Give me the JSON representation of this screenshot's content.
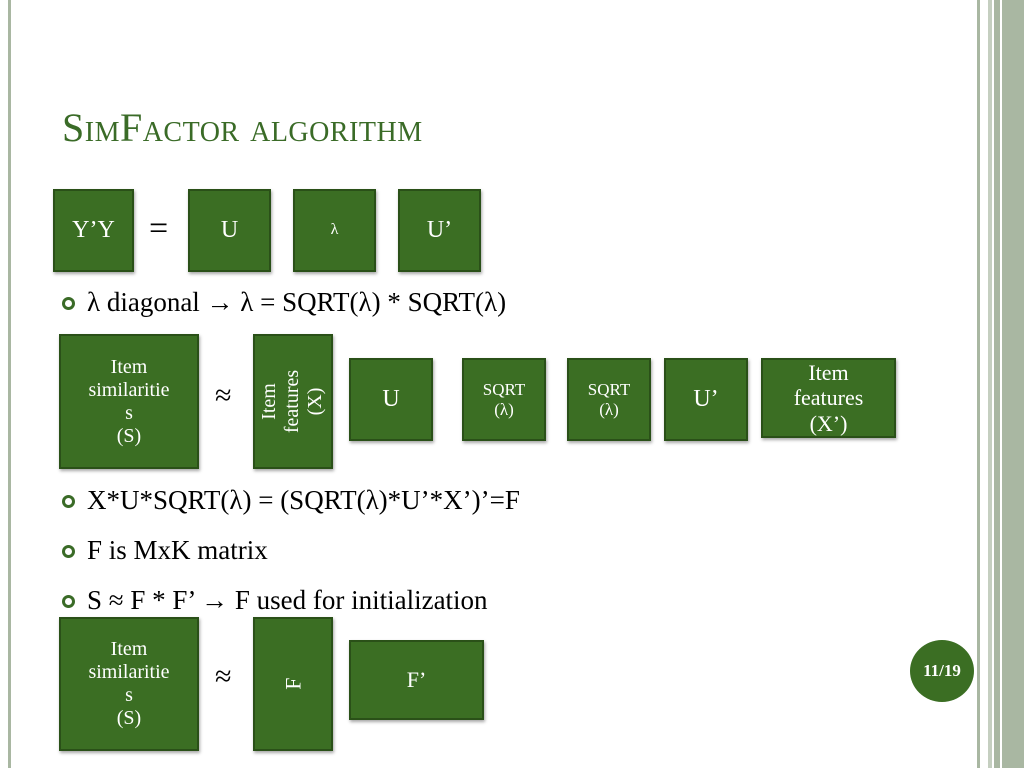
{
  "slide": {
    "title": "SimFactor algorithm",
    "page_number": "11/19"
  },
  "row1": {
    "lhs": "Y’Y",
    "equals": "=",
    "b1": "U",
    "b2": "λ",
    "b3": "U’"
  },
  "bullet1": "λ diagonal → λ  = SQRT(λ) * SQRT(λ)",
  "row2": {
    "s": "Item\nsimilaritie\ns\n(S)",
    "approx": "≈",
    "x": "Item\nfeatures\n(X)",
    "u": "U",
    "sqrt1": "SQRT\n(λ)",
    "sqrt2": "SQRT\n(λ)",
    "ut": "U’",
    "xt": "Item\nfeatures\n(X’)"
  },
  "bullets": [
    "X*U*SQRT(λ) = (SQRT(λ)*U’*X’)’=F",
    "F is MxK matrix",
    "S ≈ F * F’ → F used for initialization"
  ],
  "row3": {
    "s": "Item\nsimilaritie\ns\n(S)",
    "approx": "≈",
    "f": "F",
    "ft": "F’"
  }
}
